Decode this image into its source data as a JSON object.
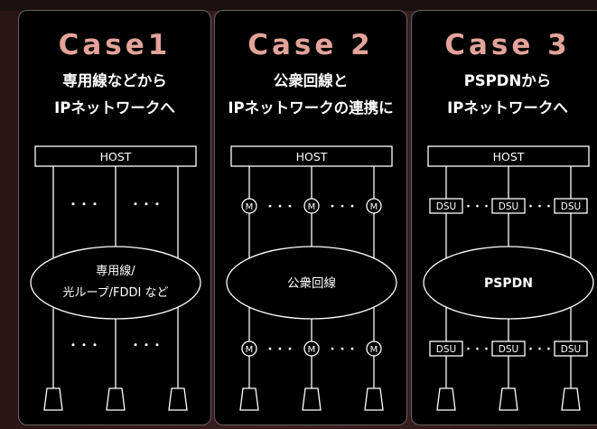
{
  "cases": [
    {
      "title": "Case1",
      "subtitle_line1": "専用線などから",
      "subtitle_line2": "IPネットワークへ",
      "host_label": "HOST",
      "network_line1": "専用線/",
      "network_line2": "光ループ/FDDI など",
      "connector_label": ""
    },
    {
      "title": "Case 2",
      "subtitle_line1": "公衆回線と",
      "subtitle_line2": "IPネットワークの連携に",
      "host_label": "HOST",
      "network_line1": "公衆回線",
      "network_line2": "",
      "connector_label": "M"
    },
    {
      "title": "Case 3",
      "subtitle_line1": "PSPDNから",
      "subtitle_line2": "IPネットワークへ",
      "host_label": "HOST",
      "network_line1": "PSPDN",
      "network_line2": "",
      "connector_label": "DSU"
    }
  ],
  "ellipsis": "・・・",
  "colors": {
    "accent": "#e3a39a",
    "line": "#ffffff",
    "panel": "#000000"
  }
}
